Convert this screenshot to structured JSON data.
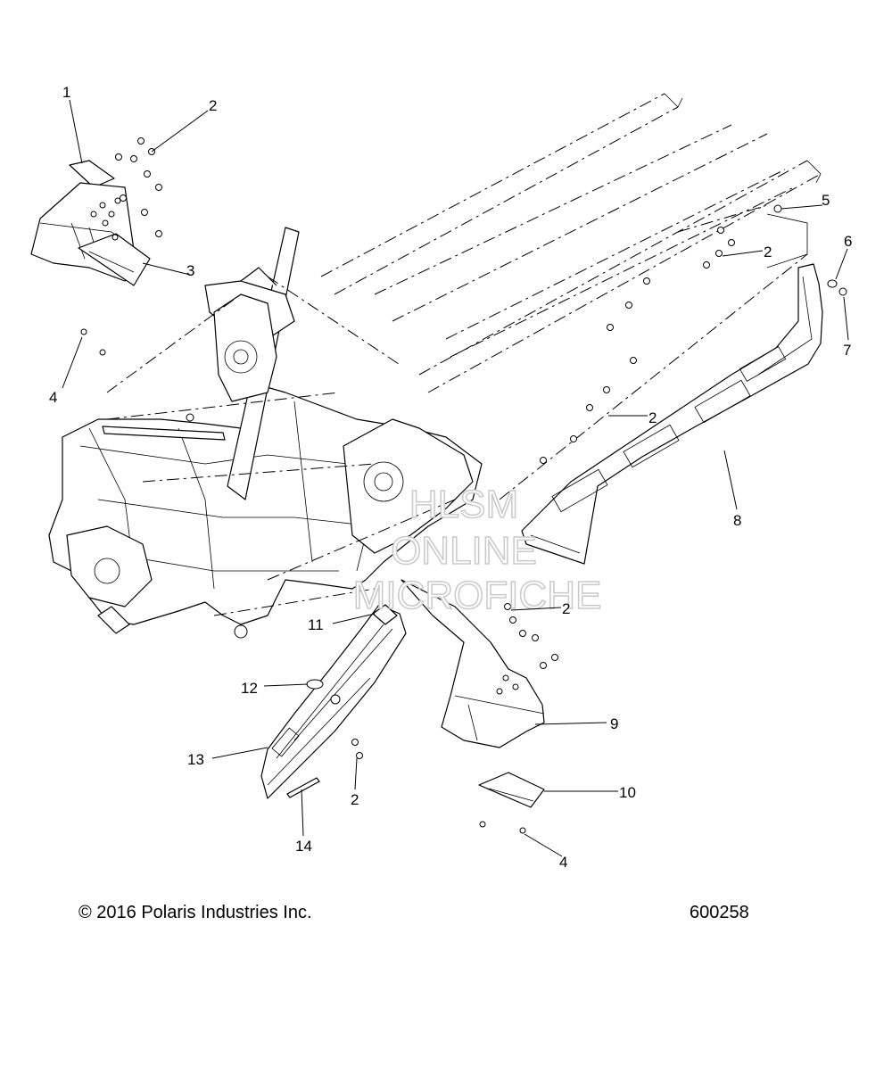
{
  "callouts": {
    "c1": "1",
    "c2a": "2",
    "c3": "3",
    "c4a": "4",
    "c5": "5",
    "c6": "6",
    "c7": "7",
    "c2b": "2",
    "c2c": "2",
    "c8": "8",
    "c2d": "2",
    "c11": "11",
    "c12": "12",
    "c9": "9",
    "c13": "13",
    "c2e": "2",
    "c10": "10",
    "c14": "14",
    "c4b": "4"
  },
  "watermark": {
    "line1": "HLSM",
    "line2": "ONLINE",
    "line3": "MICROFICHE"
  },
  "footer": {
    "copyright": "© 2016 Polaris Industries Inc.",
    "figure_number": "600258"
  }
}
